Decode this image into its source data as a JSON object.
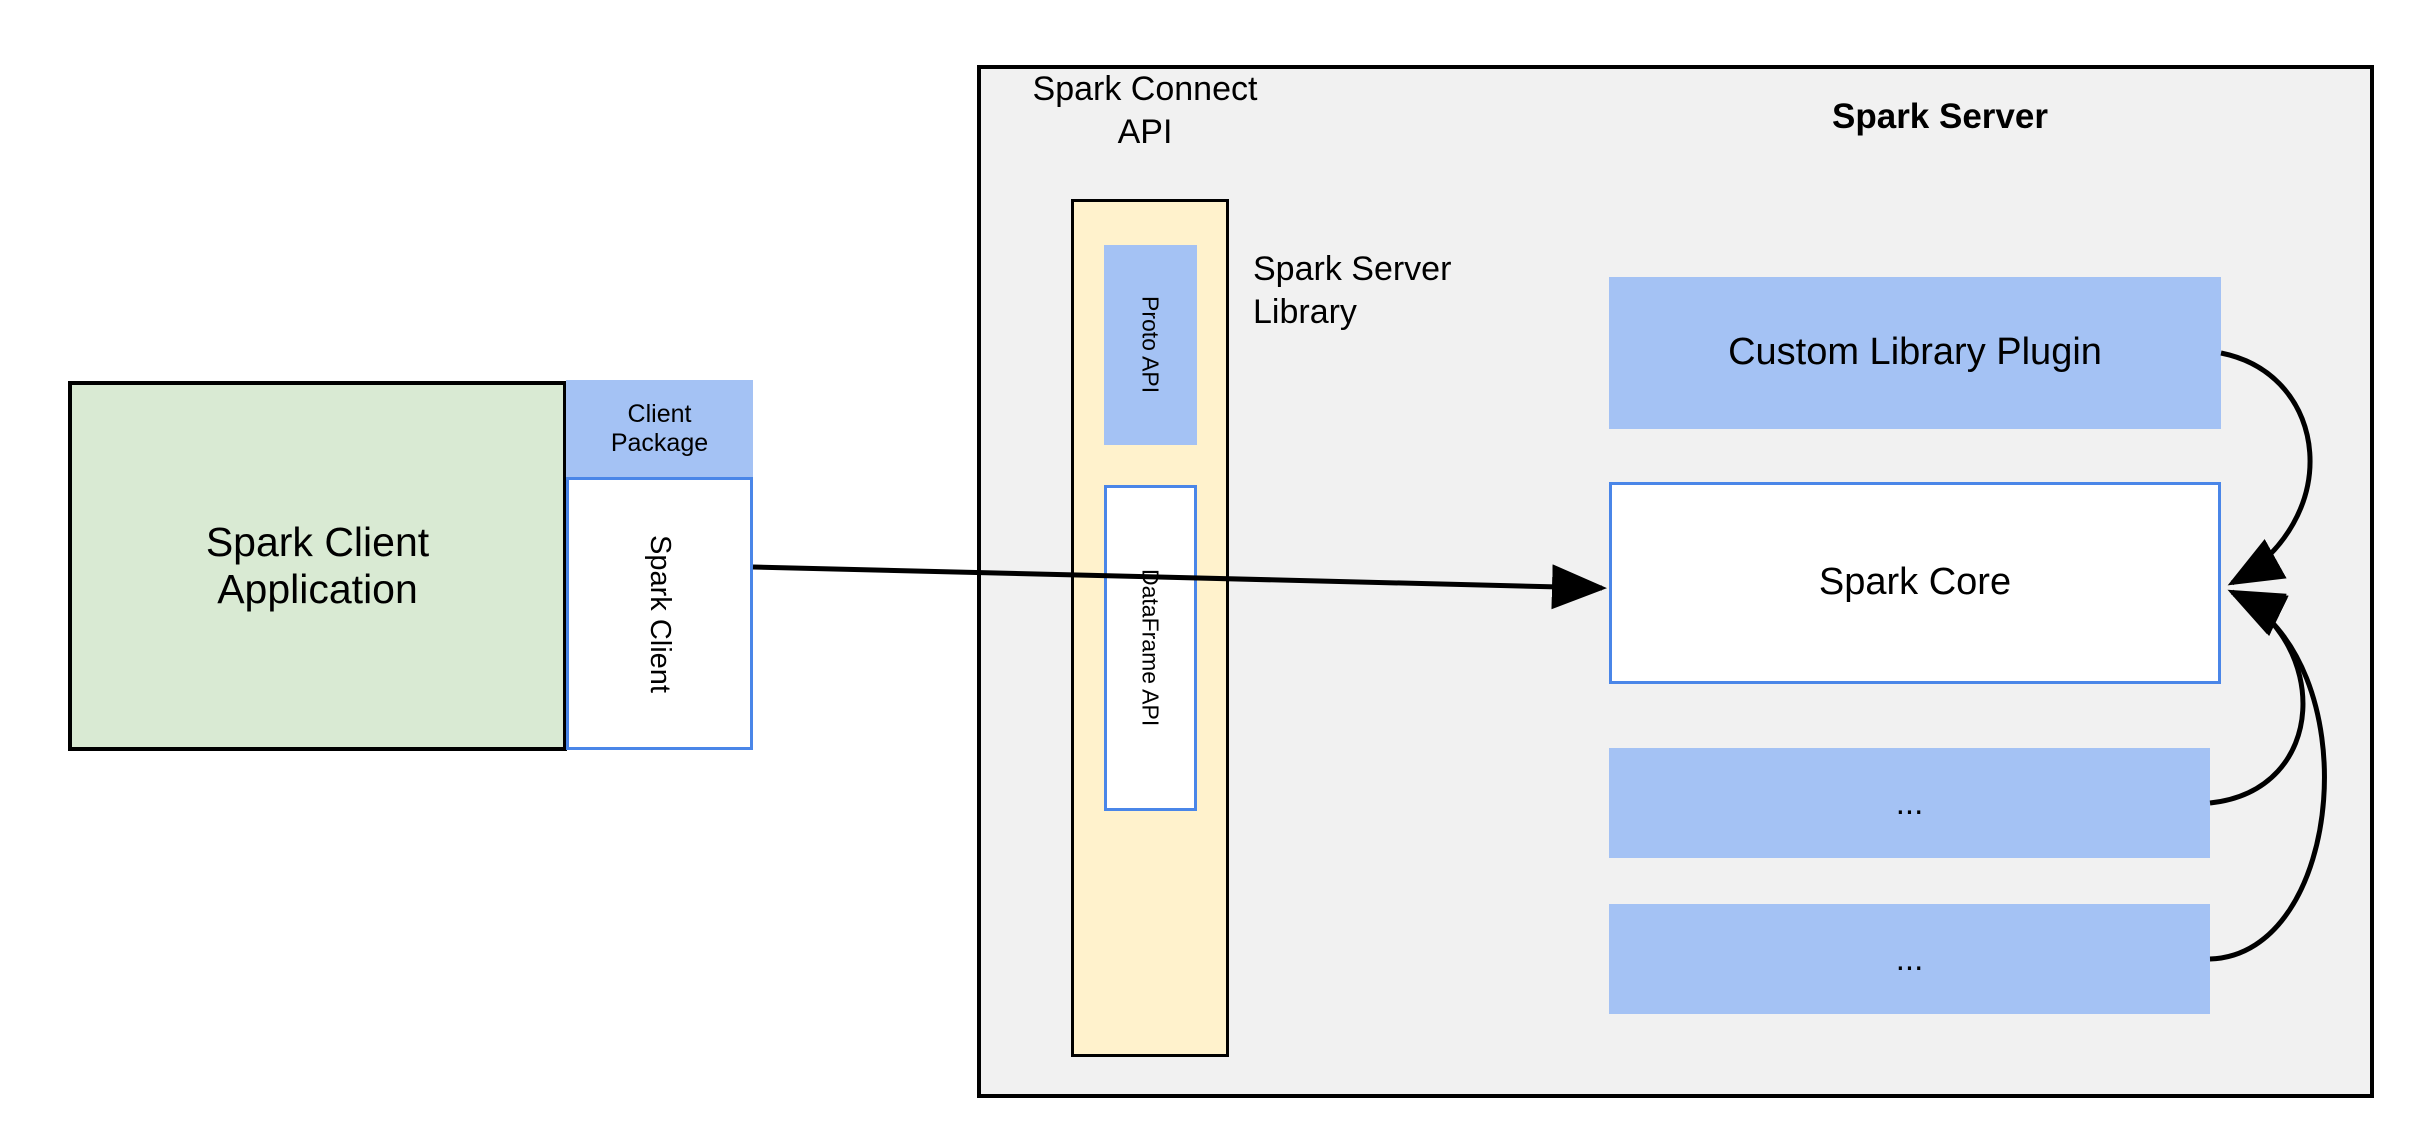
{
  "diagram": {
    "title": "Spark Connect architecture",
    "background": "#ffffff"
  },
  "client": {
    "application_label": "Spark Client\nApplication",
    "package_label": "Client\nPackage",
    "client_label": "Spark Client"
  },
  "server": {
    "container_title": "Spark Server",
    "connect_api_title": "Spark Connect\nAPI",
    "server_library_title": "Spark Server\nLibrary",
    "connect_api_items": [
      {
        "label": "Proto API"
      },
      {
        "label": "DataFrame API"
      }
    ],
    "blocks": [
      {
        "label": "Custom Library Plugin"
      },
      {
        "label": "Spark Core"
      },
      {
        "label": "..."
      },
      {
        "label": "..."
      }
    ]
  },
  "colors": {
    "green_fill": "#d9ead3",
    "blue_fill": "#a4c2f4",
    "yellow_fill": "#fff2cc",
    "gray_fill": "#f1f1f1",
    "white_fill": "#ffffff",
    "blue_stroke": "#4a86e8",
    "black_stroke": "#000000"
  },
  "connectors": [
    {
      "name": "spark-client-to-spark-core",
      "style": "straight-arrow"
    },
    {
      "name": "custom-library-plugin-to-spark-core",
      "style": "curved-arrow"
    },
    {
      "name": "ellipsis-1-to-spark-core",
      "style": "curved-arrow"
    },
    {
      "name": "ellipsis-2-to-spark-core",
      "style": "curved-arrow"
    }
  ]
}
